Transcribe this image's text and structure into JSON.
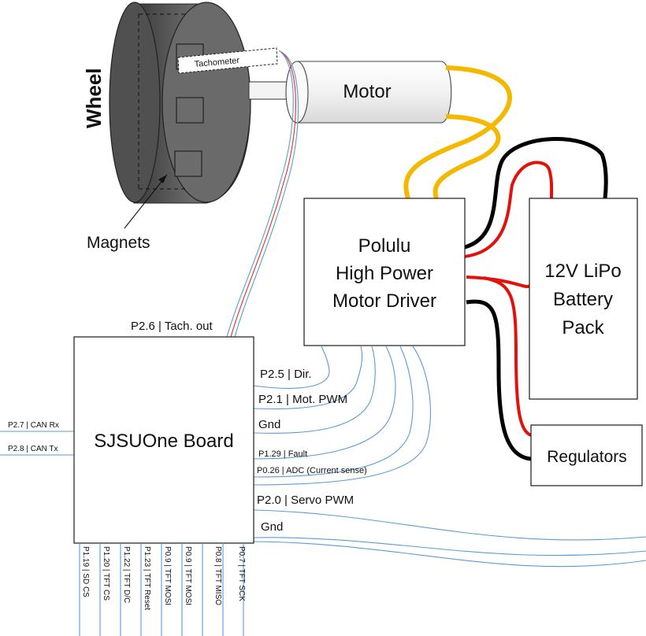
{
  "components": {
    "wheel": "Wheel",
    "magnets": "Magnets",
    "tachometer": "Tachometer",
    "motor": "Motor",
    "driver": [
      "Polulu",
      "High Power",
      "Motor Driver"
    ],
    "battery": [
      "12V LiPo",
      "Battery",
      "Pack"
    ],
    "regulators": "Regulators",
    "board": "SJSUOne Board"
  },
  "pins": {
    "tach_out": "P2.6 | Tach. out",
    "right": [
      "P2.5 | Dir.",
      "P2.1 | Mot. PWM",
      "Gnd",
      "P1.29 | Fault",
      "P0.26 | ADC (Current sense)",
      "P2.0 | Servo PWM",
      "Gnd"
    ],
    "left": [
      "P2.7 | CAN Rx",
      "P2.8 | CAN Tx"
    ],
    "bottom": [
      "P1.19 | SD CS",
      "P1.20 | TFT CS",
      "P1.22 | TFT D/C",
      "P1.23 | TFT Reset",
      "P0.9 | TFT MOSI",
      "P0.9 | TFT MOSI",
      "P0.8 | TFT MISO",
      "P0.7 | TFT SCK"
    ]
  },
  "colors": {
    "signal_wire": "#5b9bd5",
    "motor_wire": "#f5b800",
    "power_positive": "#e3100c",
    "power_ground": "#000000",
    "wheel": "#5a5a5a"
  }
}
